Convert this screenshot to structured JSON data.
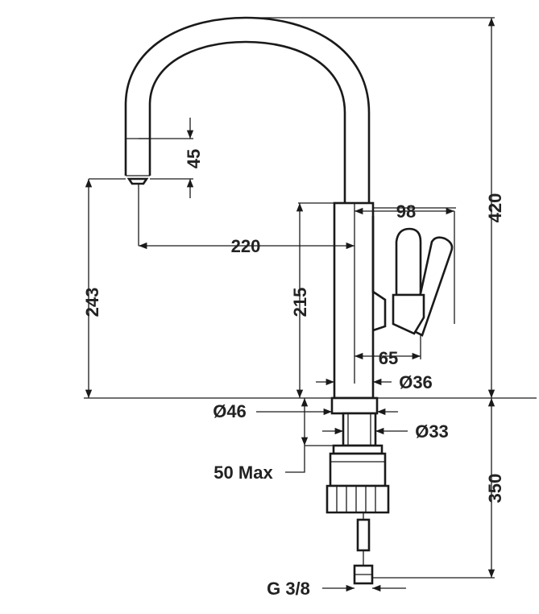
{
  "drawing": {
    "dimensions": {
      "aerator_height": "45",
      "reach": "220",
      "spout_height": "243",
      "body_height": "215",
      "total_height": "420",
      "lever_reach": "98",
      "lever_offset": "65",
      "body_diameter": "Ø36",
      "base_diameter": "Ø46",
      "shank_diameter": "Ø33",
      "max_deck_thickness": "50 Max",
      "under_deck_length": "350",
      "connection_thread": "G 3/8"
    }
  }
}
